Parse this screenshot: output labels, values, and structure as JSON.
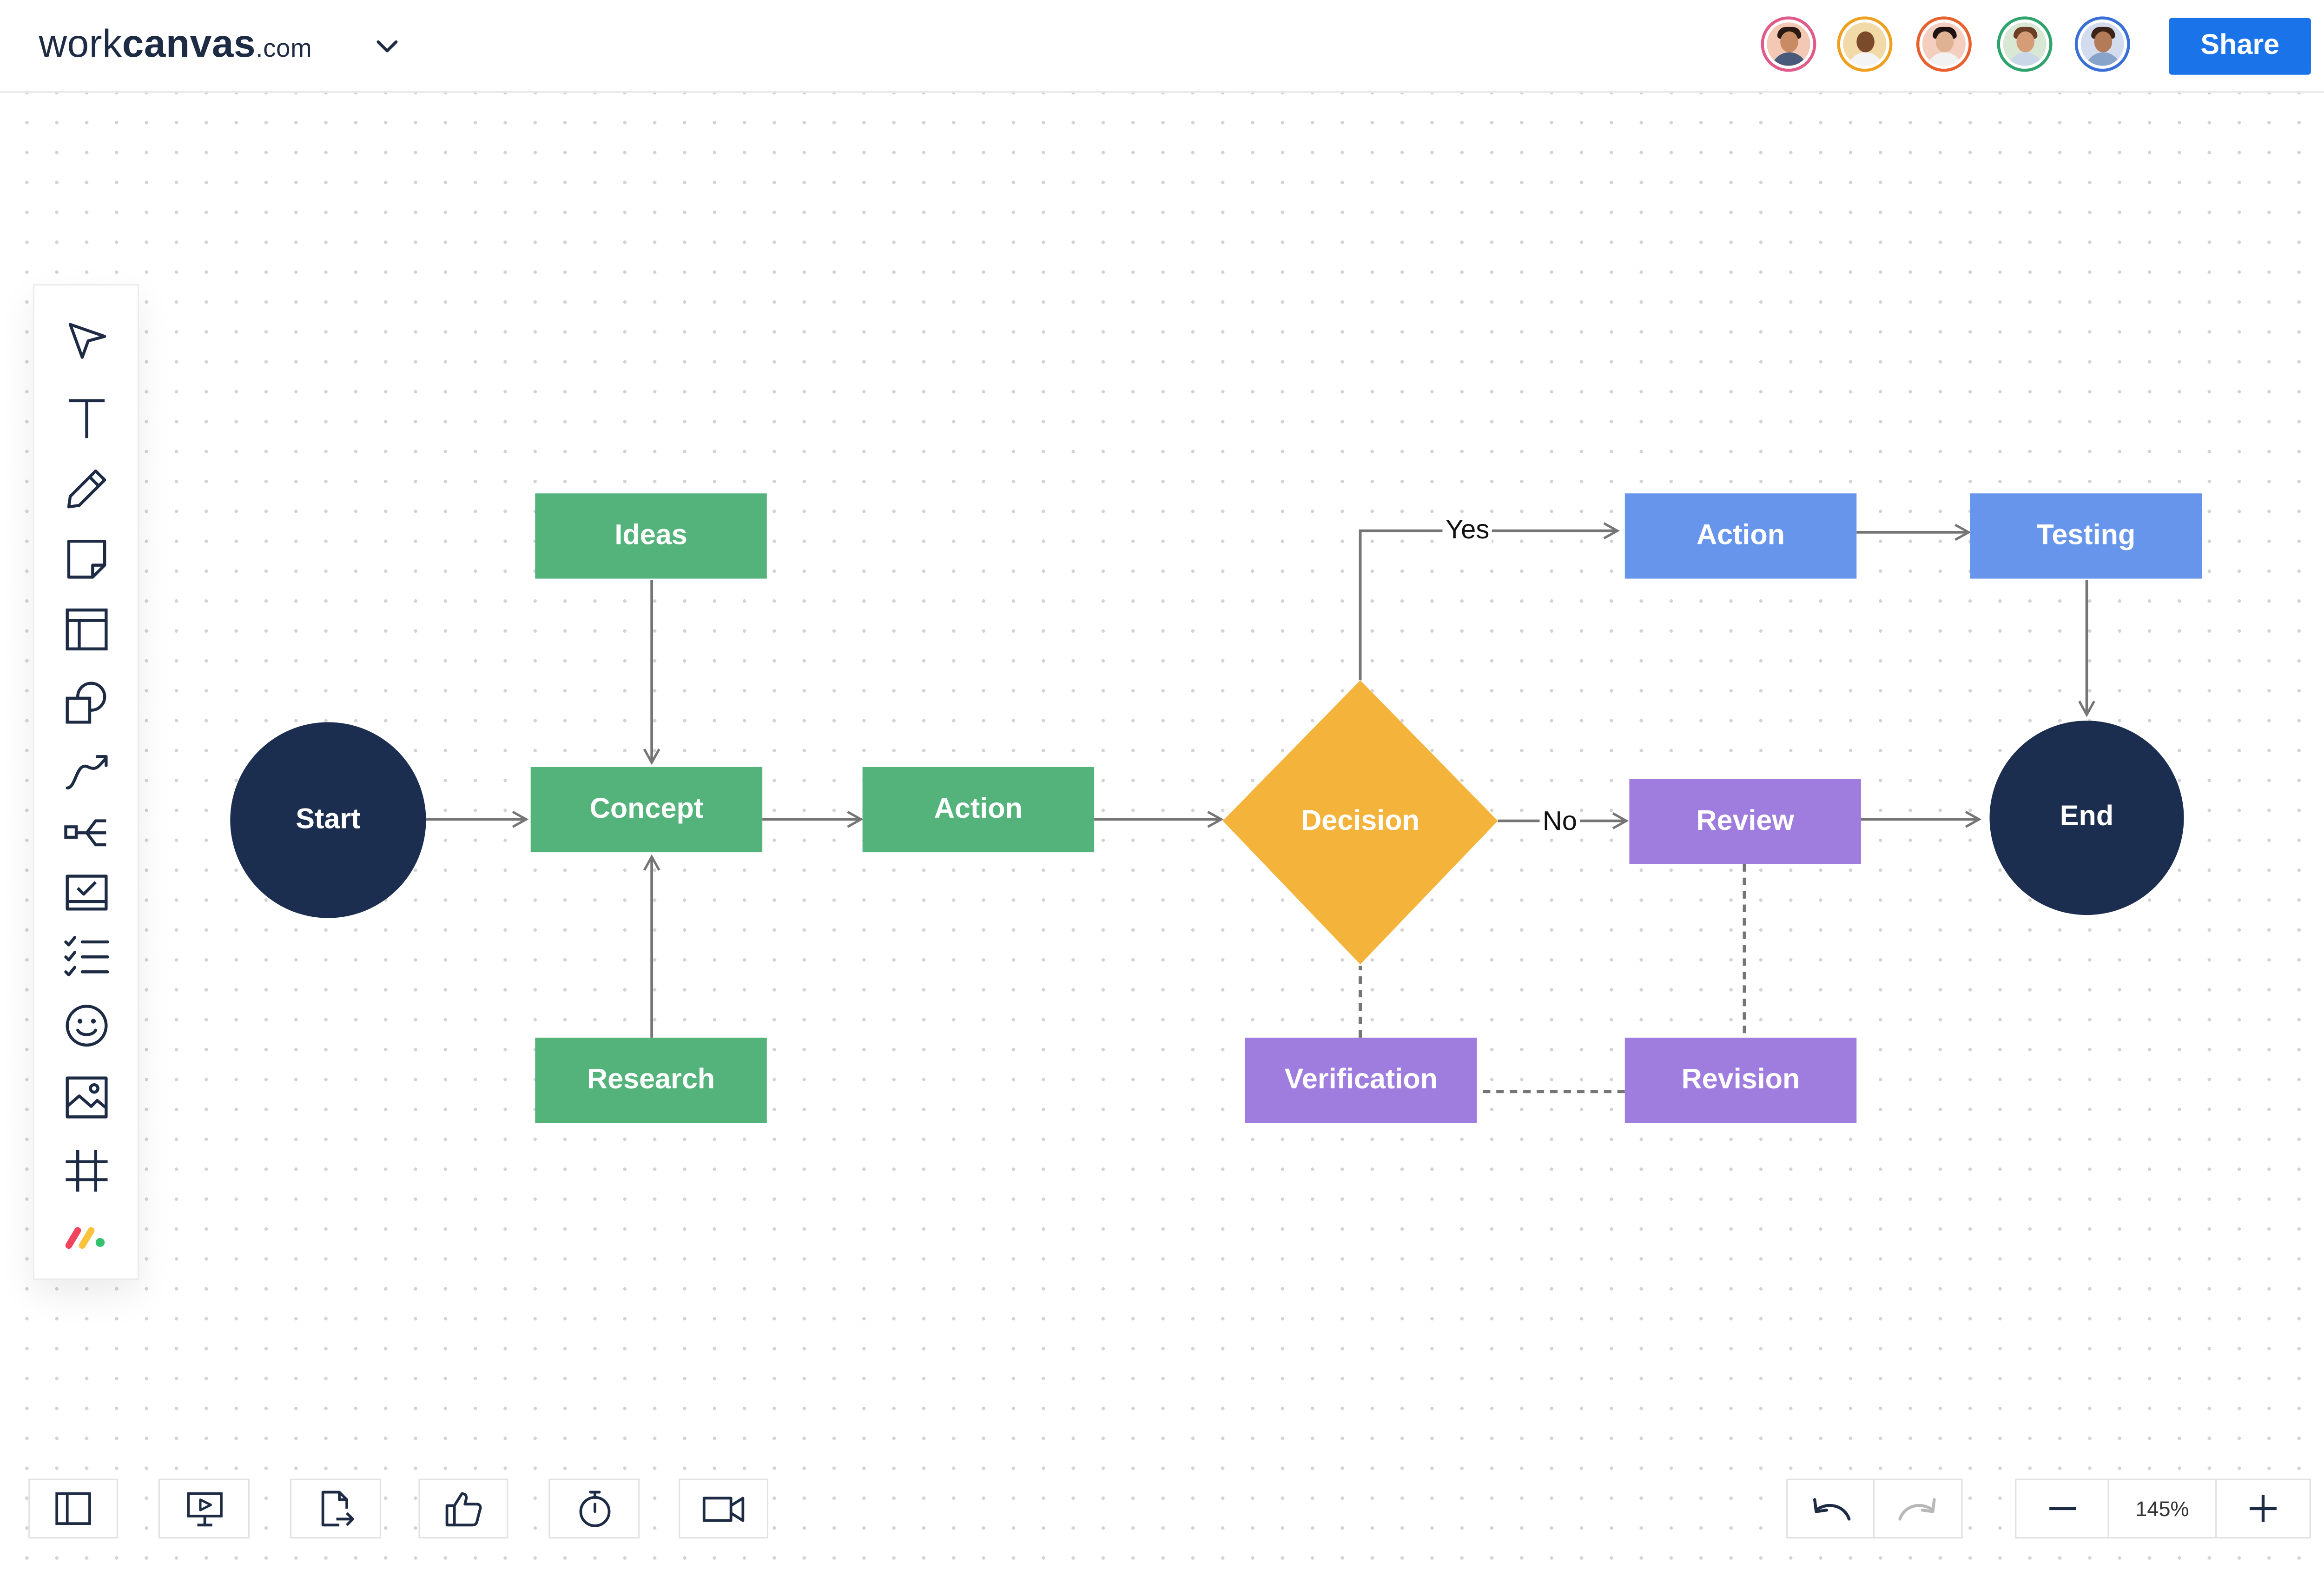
{
  "app": {
    "logo": {
      "part1": "work",
      "part2": "canvas",
      "part3": ".com"
    },
    "menu_icon": "chevron-down-icon",
    "share_label": "Share",
    "collaborators": [
      {
        "name": "collaborator-1",
        "ring": "#e05a8a",
        "bg": "#f3c9b5",
        "skin": "#c98b63",
        "hair": "#2a1a12",
        "shirt": "#4a5a7a"
      },
      {
        "name": "collaborator-2",
        "ring": "#f0a020",
        "bg": "#f2d9a8",
        "skin": "#7a4a2a",
        "hair": "#2a1a12",
        "shirt": "#f4f4f4"
      },
      {
        "name": "collaborator-3",
        "ring": "#e8602c",
        "bg": "#f4cfc0",
        "skin": "#e0b294",
        "hair": "#1f1411",
        "shirt": "#f2f2f2"
      },
      {
        "name": "collaborator-4",
        "ring": "#2ea36b",
        "bg": "#d8e8d5",
        "skin": "#d59c78",
        "hair": "#6a3f26",
        "shirt": "#c9d7e8"
      },
      {
        "name": "collaborator-5",
        "ring": "#3a6fd8",
        "bg": "#d3dbef",
        "skin": "#b47b58",
        "hair": "#3b2317",
        "shirt": "#88a3c9"
      }
    ]
  },
  "toolbar": {
    "tools": [
      "cursor-icon",
      "text-icon",
      "pen-icon",
      "sticky-note-icon",
      "template-icon",
      "shapes-icon",
      "connector-icon",
      "mind-map-icon",
      "task-icon",
      "checklist-icon",
      "emoji-icon",
      "image-icon",
      "frame-icon",
      "monday-logo-icon"
    ]
  },
  "diagram": {
    "nodes": {
      "start": "Start",
      "ideas": "Ideas",
      "concept": "Concept",
      "research": "Research",
      "action1": "Action",
      "decision": "Decision",
      "action2": "Action",
      "testing": "Testing",
      "review": "Review",
      "end": "End",
      "verification": "Verification",
      "revision": "Revision"
    },
    "edge_labels": {
      "yes": "Yes",
      "no": "No"
    },
    "colors": {
      "green": "#53b37b",
      "blue": "#6795eb",
      "purple": "#9e7ddf",
      "navy": "#1c2e4f",
      "decision": "#f4b43c",
      "connector": "#757575"
    }
  },
  "bottom": {
    "left_tools": [
      "panel-toggle-icon",
      "presentation-icon",
      "export-icon",
      "thumbs-up-icon",
      "timer-icon",
      "video-icon"
    ],
    "history": [
      "undo-icon",
      "redo-icon"
    ],
    "zoom": {
      "minus": "zoom-out-icon",
      "value": "145%",
      "plus": "zoom-in-icon"
    }
  }
}
